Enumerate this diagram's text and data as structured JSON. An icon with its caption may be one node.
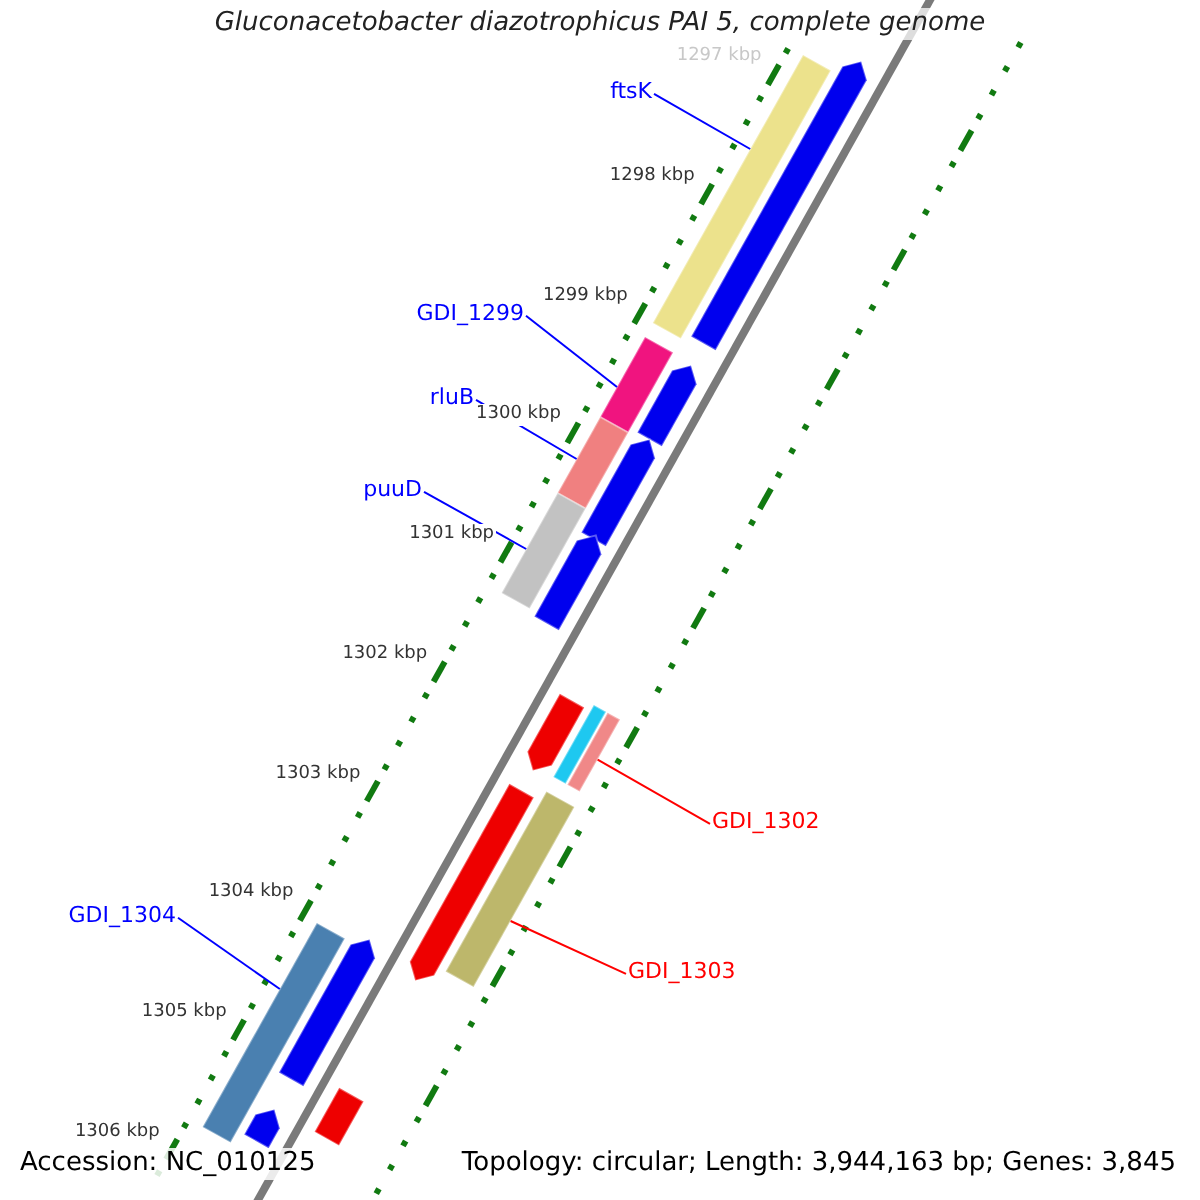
{
  "diagram": {
    "title": "Gluconacetobacter diazotrophicus PAI 5, complete genome",
    "nodes": [
      {
        "text": [
          "ftsK"
        ]
      },
      {
        "text": [
          "GDI_1299"
        ]
      },
      {
        "text": [
          "rluB"
        ]
      },
      {
        "text": [
          "puuD"
        ]
      },
      {
        "text": [
          "GDI_1302"
        ]
      },
      {
        "text": [
          "GDI_1303"
        ]
      },
      {
        "text": [
          "GDI_1304"
        ]
      },
      {
        "text": [],
        "shape": "bar"
      },
      {
        "text": [],
        "shape": "bar"
      },
      {
        "text": [],
        "shape": "bar"
      },
      {
        "text": [],
        "shape": "bar"
      },
      {
        "text": [],
        "shape": "bar"
      },
      {
        "text": [],
        "shape": "bar"
      },
      {
        "text": [],
        "shape": "bar"
      },
      {
        "text": [],
        "shape": "bar"
      },
      {
        "text": [],
        "shape": "bar"
      },
      {
        "text": [],
        "shape": "bar"
      },
      {
        "text": [],
        "shape": "bar"
      },
      {
        "text": [],
        "shape": "bar"
      },
      {
        "text": [],
        "shape": "bar"
      },
      {
        "text": [],
        "shape": "bar"
      },
      {
        "text": [],
        "shape": "bar"
      },
      {
        "text": [],
        "shape": "bar"
      },
      {
        "text": [],
        "shape": "bar"
      }
    ],
    "edges": [
      {
        "from": 0,
        "to": 7,
        "arrow": "none"
      },
      {
        "from": 1,
        "to": 8,
        "arrow": "none"
      },
      {
        "from": 2,
        "to": 9,
        "arrow": "none"
      },
      {
        "from": 3,
        "to": 10,
        "arrow": "none"
      },
      {
        "from": 4,
        "to": 11,
        "arrow": "none",
        "color": "#ff0000"
      },
      {
        "from": 5,
        "to": 12,
        "arrow": "none",
        "color": "#ff0000"
      },
      {
        "from": 6,
        "to": 13,
        "arrow": "none"
      }
    ],
    "labels": [
      "1297 kbp",
      "1298 kbp",
      "1299 kbp",
      "1300 kbp",
      "1301 kbp",
      "1302 kbp",
      "1303 kbp",
      "1304 kbp",
      "1305 kbp",
      "1306 kbp",
      "Accession: NC_010125",
      "Topology: circular; Length: 3,944,163 bp; Genes: 3,845"
    ]
  }
}
